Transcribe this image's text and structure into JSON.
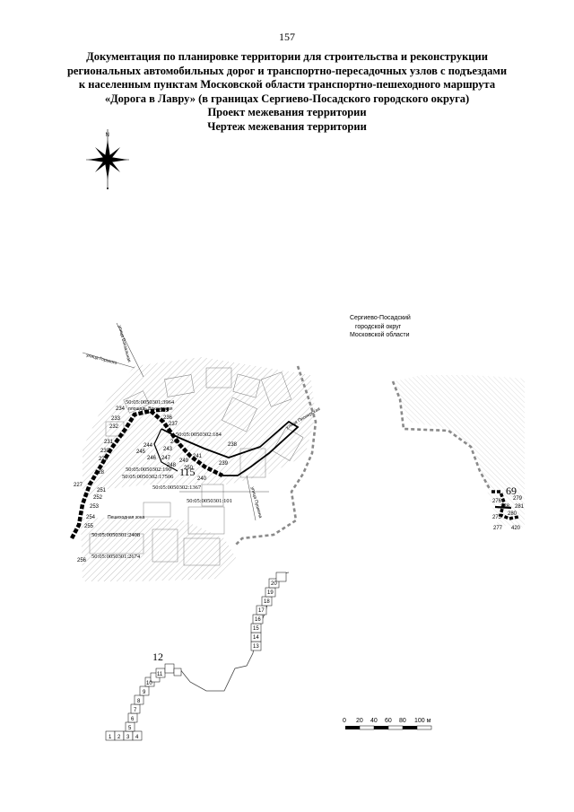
{
  "page_number": "157",
  "title_lines": [
    "Документация по планировке территории для строительства и реконструкции",
    "региональных автомобильных дорог и транспортно-пересадочных узлов с подъездами",
    "к населенным пунктам Московской области транспортно-пешеходного маршрута",
    "«Дорога в Лавру» (в границах Сергиево-Посадского городского округа)",
    "Проект межевания территории",
    "Чертеж межевания территории"
  ],
  "compass": {
    "north_letter": "N"
  },
  "region_label": [
    "Сергиево-Посадский",
    "городской округ",
    "Московской области"
  ],
  "streets": {
    "s1": "улица Вокзальная",
    "s2": "улица Горького",
    "s3": "площадь Вокзальная",
    "s4": "улица Пионерская",
    "s5": "Пешеходная зона",
    "s6": "улица Пушкина"
  },
  "cadastral": {
    "c1": "50:05:0050301:3964",
    "c2": "50:05:0050302:184",
    "c3": "50:05:0050302:190",
    "c4": "50:05:0050302:17506",
    "c5": "50:05:0050302:1367",
    "c6": "50:05:0050301:101",
    "c7": "50:05:0050301:2408",
    "c8": "50:05:0050301:2674"
  },
  "zones": {
    "z115": "115",
    "z69": "69",
    "z12": "12"
  },
  "points_main": [
    {
      "label": "234"
    },
    {
      "label": "235"
    },
    {
      "label": "236"
    },
    {
      "label": "237"
    },
    {
      "label": "233"
    },
    {
      "label": "232"
    },
    {
      "label": "231"
    },
    {
      "label": "230"
    },
    {
      "label": "229"
    },
    {
      "label": "228"
    },
    {
      "label": "227"
    },
    {
      "label": "251"
    },
    {
      "label": "252"
    },
    {
      "label": "253"
    },
    {
      "label": "254"
    },
    {
      "label": "255"
    },
    {
      "label": "256"
    },
    {
      "label": "238"
    },
    {
      "label": "239"
    },
    {
      "label": "240"
    },
    {
      "label": "241"
    },
    {
      "label": "242"
    },
    {
      "label": "243"
    },
    {
      "label": "244"
    },
    {
      "label": "245"
    },
    {
      "label": "246"
    },
    {
      "label": "247"
    },
    {
      "label": "248"
    },
    {
      "label": "249"
    },
    {
      "label": "250"
    }
  ],
  "points_right": [
    {
      "label": "279"
    },
    {
      "label": "278"
    },
    {
      "label": "281"
    },
    {
      "label": "280"
    },
    {
      "label": "277"
    },
    {
      "label": "420"
    },
    {
      "label": "276"
    },
    {
      "label": "275"
    }
  ],
  "plot_numbers": [
    "1",
    "2",
    "3",
    "4",
    "5",
    "6",
    "7",
    "8",
    "9",
    "10",
    "11",
    "13",
    "14",
    "15",
    "16",
    "17",
    "18",
    "19",
    "20"
  ],
  "scale_bar": {
    "ticks": [
      "0",
      "20",
      "40",
      "60",
      "80",
      "100 м"
    ]
  }
}
